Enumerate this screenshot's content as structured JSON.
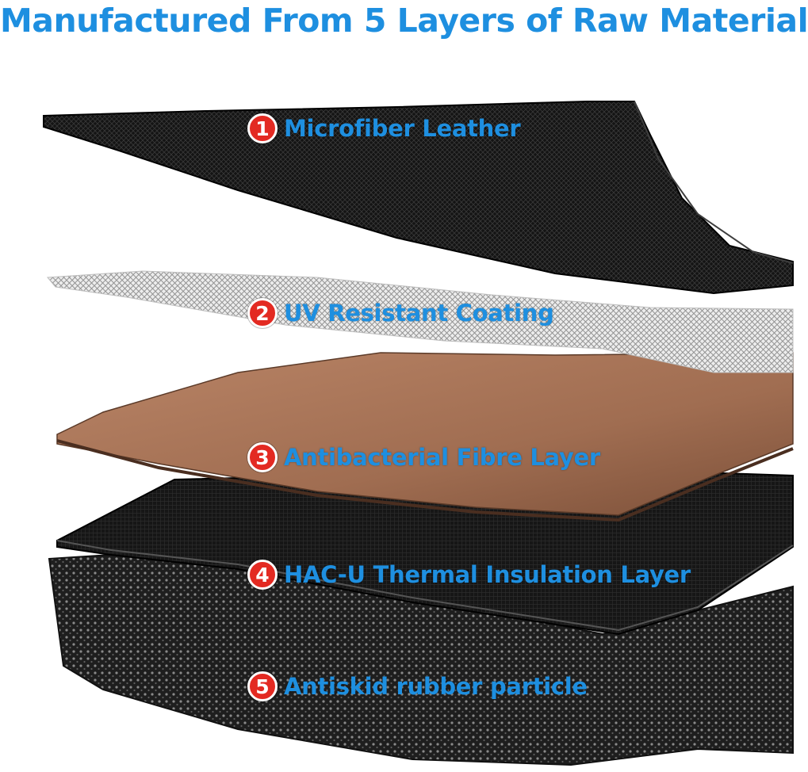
{
  "title": "Manufactured From 5 Layers of Raw Material",
  "colors": {
    "title_blue": "#1e8fe0",
    "badge_red": "#e32a22",
    "microfiber": "#1b1b1b",
    "uv_coating": "#d8d8d8",
    "fibre_layer": "#a9775a",
    "thermal_layer": "#121212",
    "rubber_layer": "#2a2a2a"
  },
  "layers": [
    {
      "number": "1",
      "label": "Microfiber Leather"
    },
    {
      "number": "2",
      "label": "UV Resistant Coating"
    },
    {
      "number": "3",
      "label": "Antibacterial Fibre Layer"
    },
    {
      "number": "4",
      "label": "HAC-U Thermal Insulation Layer"
    },
    {
      "number": "5",
      "label": "Antiskid rubber particle"
    }
  ]
}
